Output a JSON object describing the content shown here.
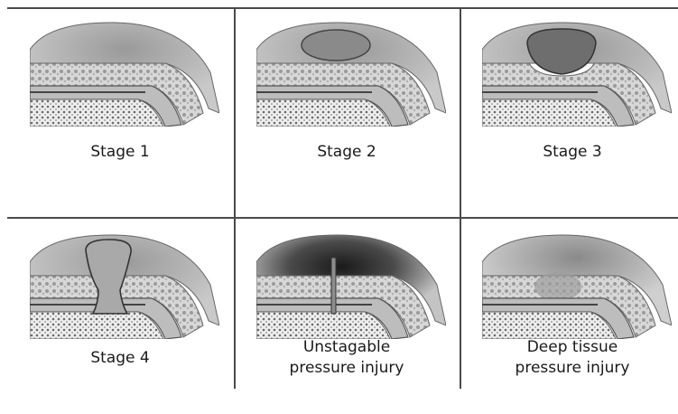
{
  "stages": [
    {
      "label_lines": [
        "Stage 1"
      ]
    },
    {
      "label_lines": [
        "Stage 2"
      ]
    },
    {
      "label_lines": [
        "Stage 3"
      ]
    },
    {
      "label_lines": [
        "Stage 4"
      ]
    },
    {
      "label_lines": [
        "Unstagable",
        "pressure injury"
      ]
    },
    {
      "label_lines": [
        "Deep tissue",
        "pressure injury"
      ]
    }
  ]
}
